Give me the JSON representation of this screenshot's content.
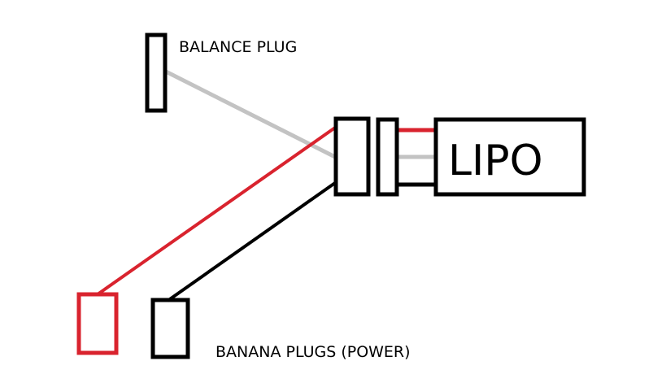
{
  "diagram": {
    "labels": {
      "balance_plug": "BALANCE PLUG",
      "lipo": "LIPO",
      "banana_plugs": "BANANA PLUGS (POWER)"
    },
    "colors": {
      "outline": "#000000",
      "positive_wire": "#d9232e",
      "balance_wire": "#c3c3c3",
      "negative_wire": "#000000",
      "red_plug": "#d9232e"
    },
    "components": [
      {
        "id": "balance-plug",
        "label_key": "balance_plug"
      },
      {
        "id": "adapter-connector"
      },
      {
        "id": "battery-connector"
      },
      {
        "id": "lipo-battery",
        "label_key": "lipo"
      },
      {
        "id": "banana-plug-positive"
      },
      {
        "id": "banana-plug-negative"
      }
    ],
    "wires": [
      {
        "from": "balance-plug",
        "to": "adapter-connector",
        "color_key": "balance_wire"
      },
      {
        "from": "banana-plug-positive",
        "to": "adapter-connector",
        "color_key": "positive_wire"
      },
      {
        "from": "banana-plug-negative",
        "to": "adapter-connector",
        "color_key": "negative_wire"
      },
      {
        "from": "battery-connector",
        "to": "lipo-battery",
        "color_key": "positive_wire"
      },
      {
        "from": "battery-connector",
        "to": "lipo-battery",
        "color_key": "balance_wire"
      },
      {
        "from": "battery-connector",
        "to": "lipo-battery",
        "color_key": "negative_wire"
      }
    ]
  }
}
